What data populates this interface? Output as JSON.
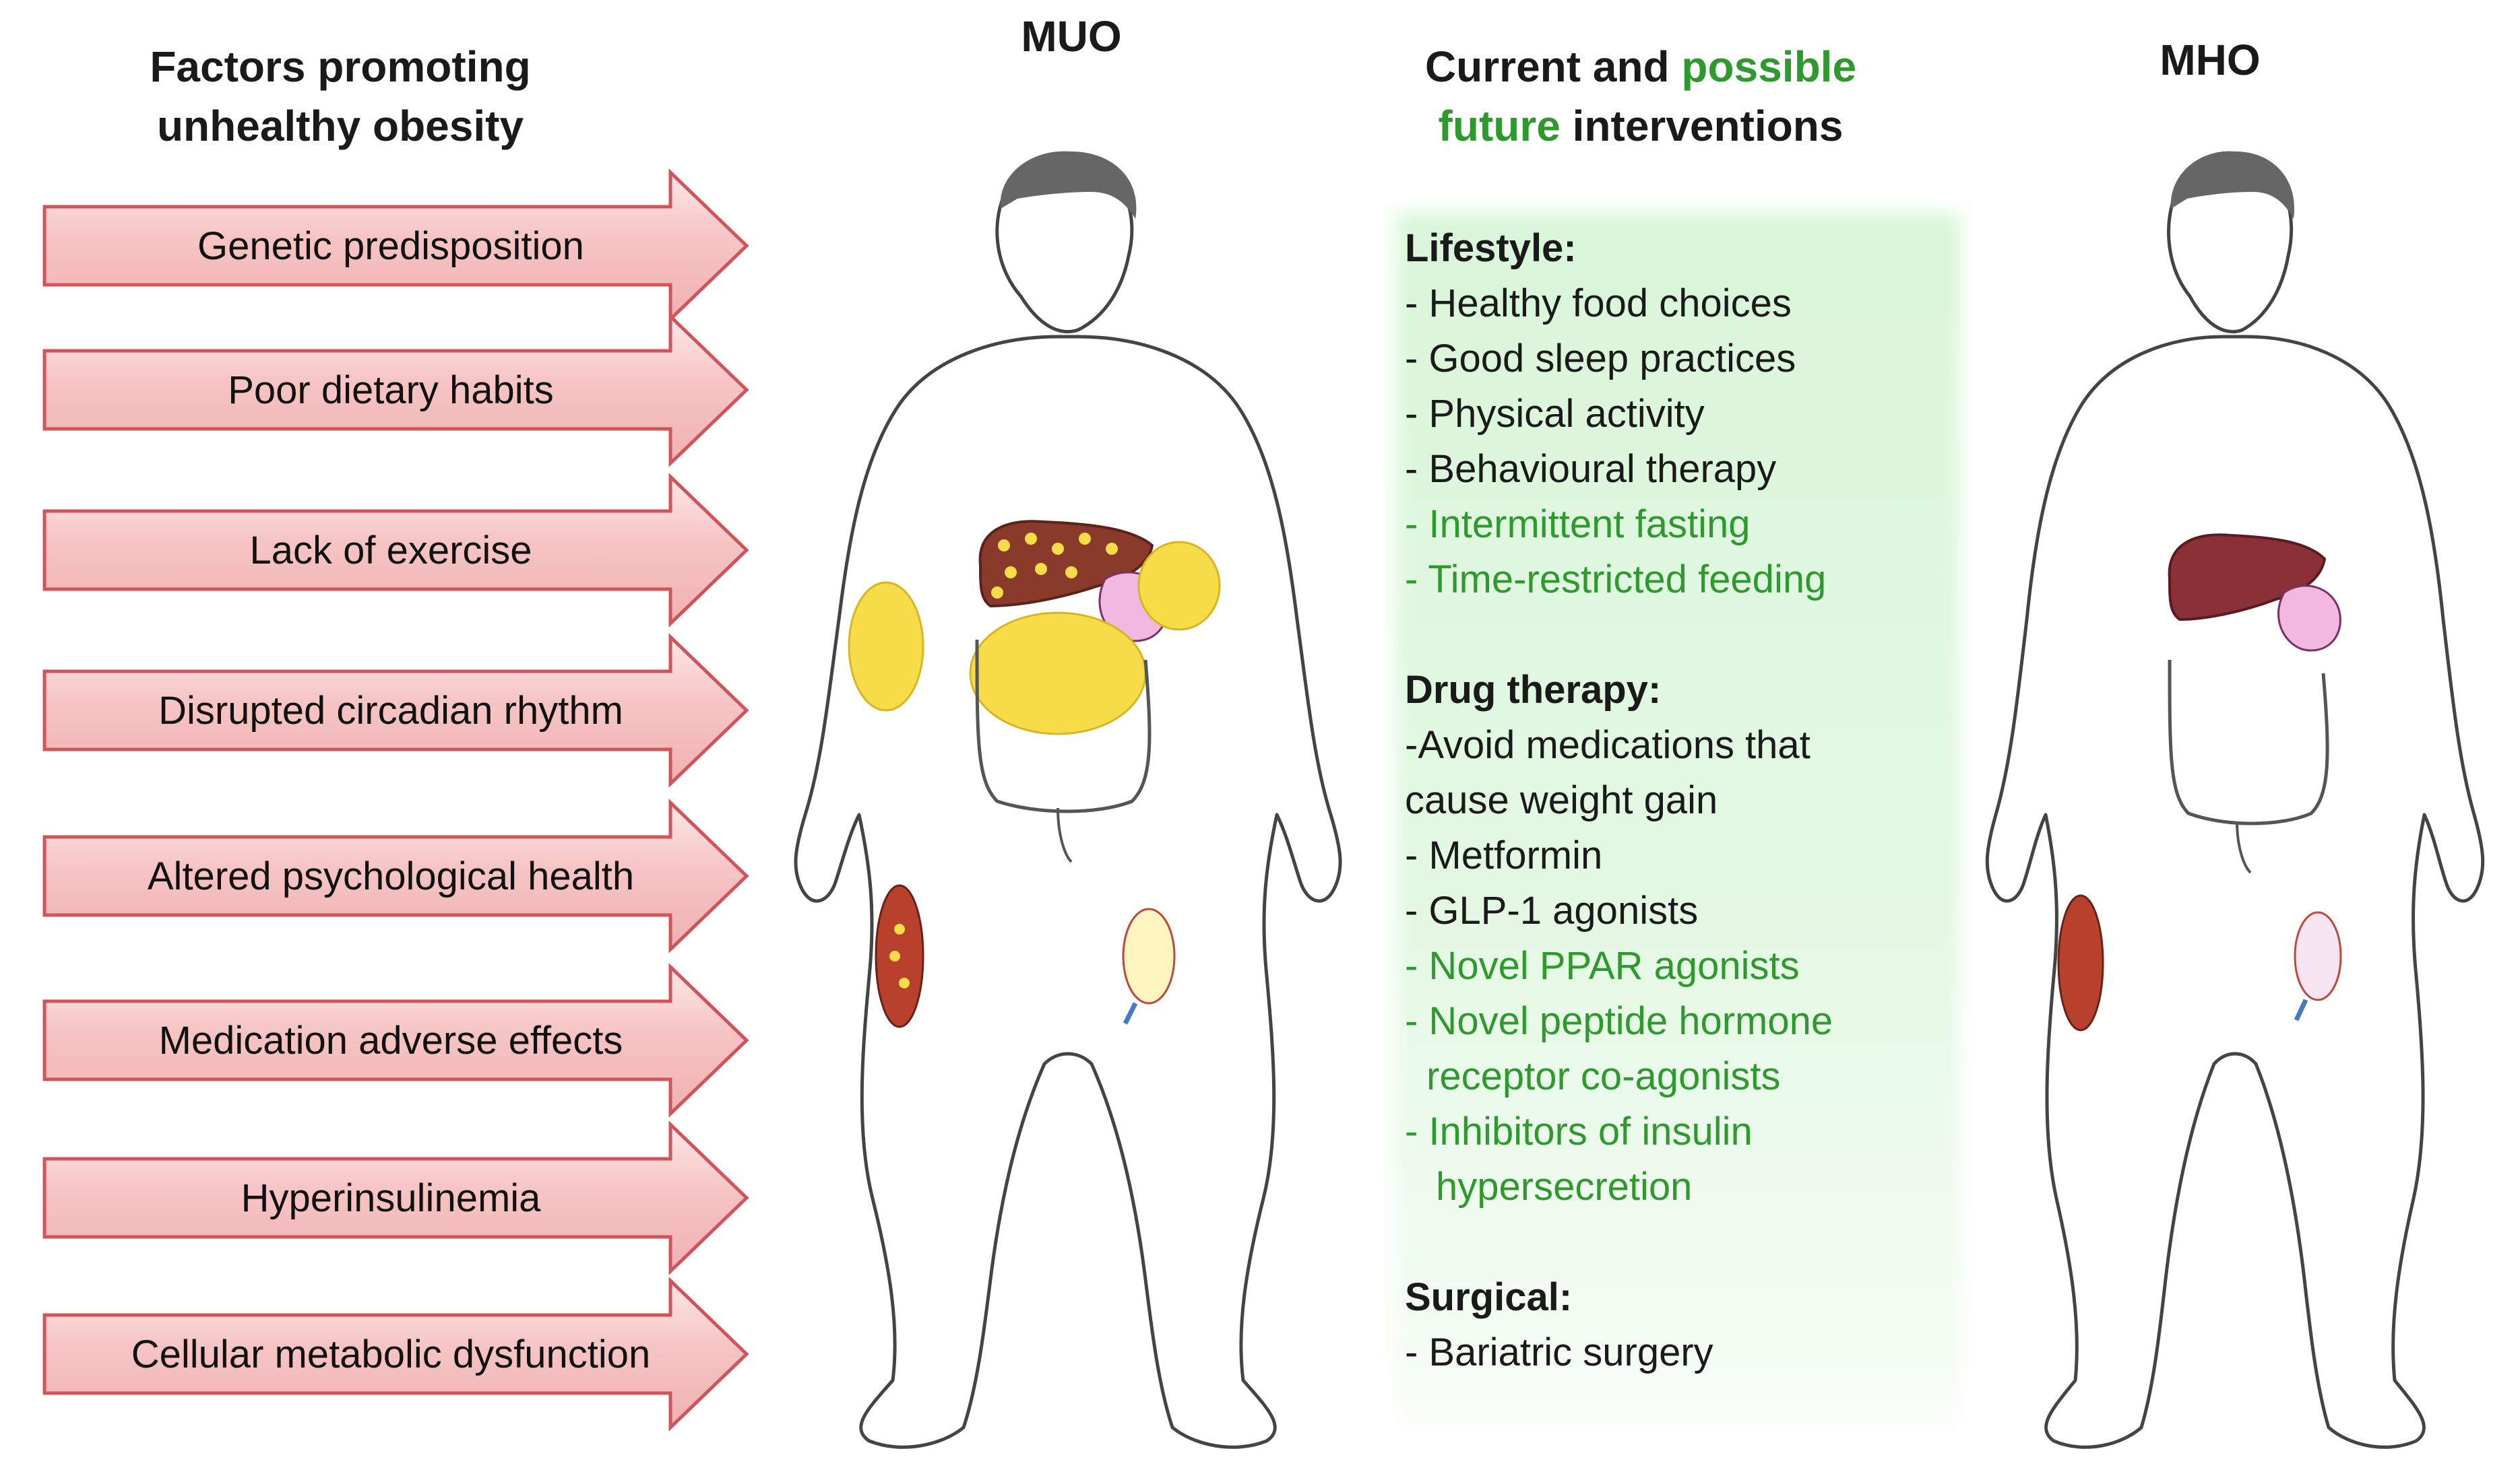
{
  "headings": {
    "factors_line1": "Factors promoting",
    "factors_line2": "unhealthy obesity",
    "muo": "MUO",
    "mho": "MHO",
    "interventions_current": "Current and ",
    "interventions_possible": "possible",
    "interventions_future": "future",
    "interventions_word": " interventions"
  },
  "factors": [
    "Genetic predisposition",
    "Poor dietary habits",
    "Lack of exercise",
    "Disrupted circadian rhythm",
    "Altered psychological health",
    "Medication adverse effects",
    "Hyperinsulinemia",
    "Cellular metabolic dysfunction"
  ],
  "interventions": {
    "lifestyle_title": "Lifestyle:",
    "lifestyle": [
      "- Healthy food choices",
      "- Good sleep practices",
      "- Physical activity",
      "- Behavioural therapy",
      "- Intermittent fasting",
      "- Time-restricted feeding"
    ],
    "drug_title": "Drug therapy:",
    "drug": [
      "-Avoid medications that",
      "cause weight gain",
      "- Metformin",
      "- GLP-1 agonists",
      "- Novel PPAR agonists",
      "- Novel peptide hormone",
      "receptor co-agonists",
      "- Inhibitors of insulin",
      "hypersecretion"
    ],
    "surgical_title": "Surgical:",
    "surgical": [
      "- Bariatric surgery"
    ]
  },
  "colors": {
    "arrow_fill": "#f6c4c4",
    "arrow_fill_light": "#fde7e7",
    "arrow_stroke": "#d2545a",
    "future_green": "#2e9a2e",
    "box_green": "#d9f6d9",
    "liver_fatty": "#8a3a2a",
    "liver_healthy": "#8b3036",
    "fat_yellow": "#f7dc4a",
    "muscle_red": "#b8412e"
  }
}
